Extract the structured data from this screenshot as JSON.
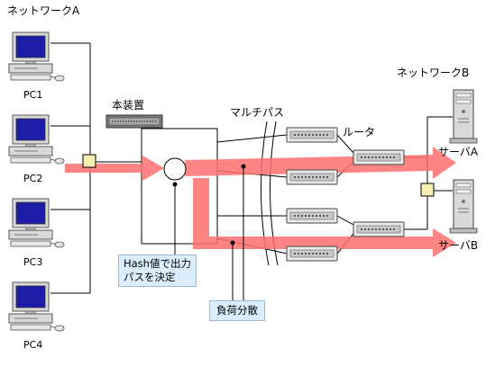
{
  "network_a": {
    "title": "ネットワークA",
    "pcs": [
      "PC1",
      "PC2",
      "PC3",
      "PC4"
    ]
  },
  "network_b": {
    "title": "ネットワークB",
    "servers": [
      "サーバA",
      "サーバB"
    ]
  },
  "device": {
    "label": "本装置"
  },
  "multipath": {
    "label": "マルチパス"
  },
  "router": {
    "label": "ルータ"
  },
  "callouts": {
    "hash_line1": "Hash値で出力",
    "hash_line2": "パスを決定",
    "load_balance": "負荷分散"
  },
  "colors": {
    "flow_arrow": "#ff6e6e",
    "callout_bg": "#dbeeff",
    "monitor_screen": "#1d1da8",
    "hub": "#f6f0b2"
  }
}
